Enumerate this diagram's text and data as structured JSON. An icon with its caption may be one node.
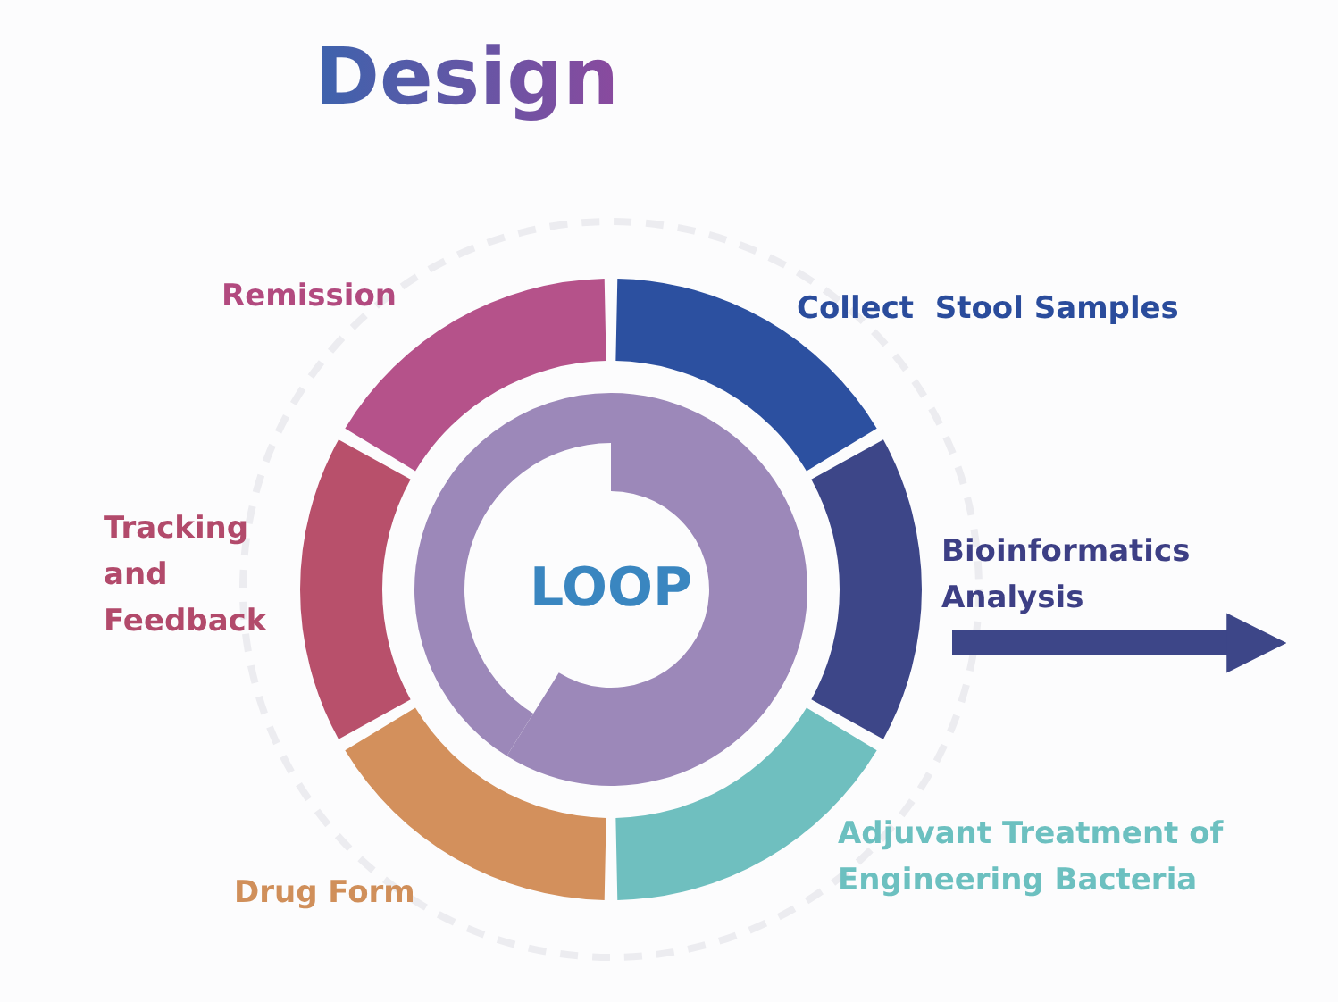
{
  "diagram": {
    "title": "Design",
    "nodes": [
      {
        "text": [
          "LOOP"
        ]
      },
      {
        "text": [
          "Collect  Stool Samples"
        ]
      },
      {
        "text": [
          "Bioinformatics Analysis"
        ]
      },
      {
        "text": [
          "Adjuvant Treatment of Engineering Bacteria"
        ]
      },
      {
        "text": [
          "Drug Form"
        ]
      },
      {
        "text": [
          "Tracking and Feedback"
        ]
      },
      {
        "text": [
          "Remission"
        ]
      }
    ]
  }
}
